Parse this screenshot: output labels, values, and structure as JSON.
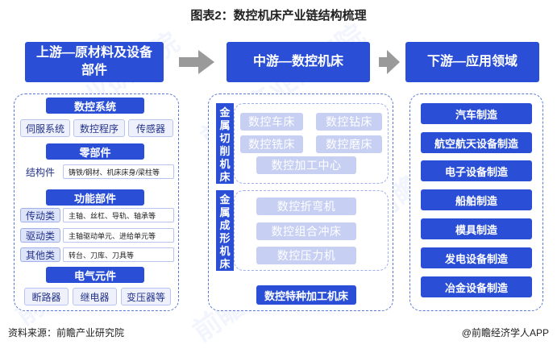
{
  "title": "图表2：数控机床产业链结构梳理",
  "headers": {
    "upstream": [
      "上游—原材料及设备",
      "部件"
    ],
    "midstream": "中游—数控机床",
    "downstream": "下游—应用领域"
  },
  "upstream": {
    "cnc_system": {
      "label": "数控系统",
      "items": [
        "伺服系统",
        "数控程序",
        "传感器"
      ]
    },
    "components": {
      "label": "零部件",
      "row_label": "结构件",
      "row_detail": "铸铁/钢材、机床床身/梁柱等"
    },
    "functional": {
      "label": "功能部件",
      "rows": [
        {
          "label": "传动类",
          "detail": "主轴、丝杠、导轨、轴承等"
        },
        {
          "label": "驱动类",
          "detail": "主轴驱动单元、进给单元等"
        },
        {
          "label": "其他类",
          "detail": "转台、刀库、刀具等"
        }
      ]
    },
    "electrical": {
      "label": "电气元件",
      "items": [
        "断路器",
        "继电器",
        "变压器等"
      ]
    }
  },
  "midstream": {
    "cutting": {
      "label": [
        "金",
        "属",
        "切",
        "削",
        "机",
        "床"
      ],
      "items": [
        "数控车床",
        "数控钻床",
        "数控铣床",
        "数控磨床",
        "数控加工中心"
      ]
    },
    "forming": {
      "label": [
        "金",
        "属",
        "成",
        "形",
        "机",
        "床"
      ],
      "items": [
        "数控折弯机",
        "数控组合冲床",
        "数控压力机"
      ]
    },
    "special": "数控特种加工机床"
  },
  "downstream": {
    "items": [
      "汽车制造",
      "航空航天设备制造",
      "电子设备制造",
      "船舶制造",
      "模具制造",
      "发电设备制造",
      "冶金设备制造"
    ]
  },
  "footer": {
    "source": "资料来源：前瞻产业研究院",
    "credit": "@前瞻经济学人APP"
  },
  "watermark": "前瞻产业研究院",
  "colors": {
    "accent": "#2a4fd6",
    "light_box": "#c7d0f3",
    "arrow": "#9a9a9a"
  }
}
